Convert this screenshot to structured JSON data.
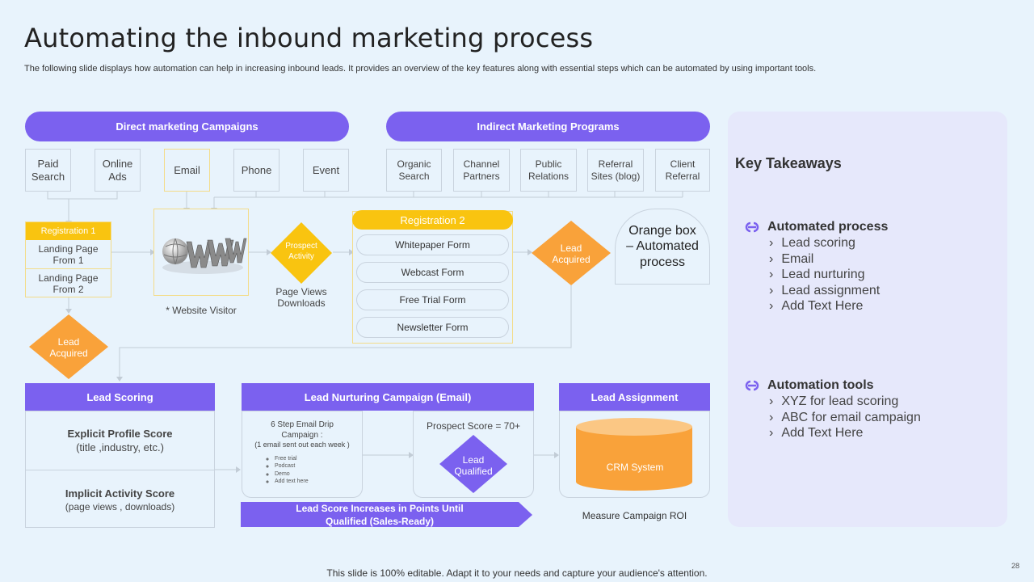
{
  "title": "Automating the inbound marketing process",
  "subtitle": "The following slide displays how automation can help in increasing inbound leads. It provides an overview of the key features along with essential steps which can be automated  by using important tools.",
  "direct": {
    "label": "Direct marketing Campaigns",
    "channels": [
      "Paid Search",
      "Online Ads",
      "Email",
      "Phone",
      "Event"
    ]
  },
  "indirect": {
    "label": "Indirect Marketing Programs",
    "channels": [
      "Organic Search",
      "Channel Partners",
      "Public Relations",
      "Referral Sites (blog)",
      "Client Referral"
    ]
  },
  "registration1": {
    "label": "Registration  1",
    "pages": [
      "Landing Page From 1",
      "Landing Page From 2"
    ]
  },
  "website_visitor": "* Website Visitor",
  "prospect_activity": "Prospect Activity",
  "page_views": "Page Views Downloads",
  "registration2": {
    "label": "Registration  2",
    "forms": [
      "Whitepaper Form",
      "Webcast Form",
      "Free Trial Form",
      "Newsletter Form"
    ]
  },
  "lead_acquired": "Lead Acquired",
  "orange_box": "Orange box – Automated process",
  "lead_scoring": {
    "label": "Lead Scoring",
    "explicit_title": "Explicit Profile Score",
    "explicit_sub": "(title ,industry, etc.)",
    "implicit_title": "Implicit Activity  Score",
    "implicit_sub": "(page views  , downloads)"
  },
  "nurturing": {
    "label": "Lead Nurturing Campaign (Email)",
    "drip_line1": "6 Step Email  Drip",
    "drip_line2": "Campaign  :",
    "drip_line3": "(1 email sent out each week )",
    "items": [
      "Free trial",
      "Podcast",
      "Demo",
      "Add text here"
    ],
    "prospect_score": "Prospect Score = 70+",
    "lead_qualified": "Lead Qualified"
  },
  "banner_line1": "Lead Score Increases in Points Until",
  "banner_line2": "Qualified (Sales-Ready)",
  "assignment": {
    "label": "Lead Assignment",
    "crm": "CRM System",
    "roi": "Measure Campaign ROI"
  },
  "takeaways": {
    "title": "Key Takeaways",
    "sections": [
      {
        "heading": "Automated process",
        "items": [
          "Lead scoring",
          "Email",
          "Lead nurturing",
          "Lead assignment",
          "Add Text Here"
        ]
      },
      {
        "heading": "Automation tools",
        "items": [
          "XYZ for lead scoring",
          "ABC for  email campaign",
          "Add Text Here"
        ]
      }
    ]
  },
  "footer": "This slide is 100% editable. Adapt it to your needs and capture your audience's attention.",
  "page_number": "28",
  "colors": {
    "purple": "#7b61ef",
    "orange": "#f9a23a",
    "yellow": "#f9c410",
    "background": "#e8f3fc",
    "panel": "#e6e8fb"
  }
}
